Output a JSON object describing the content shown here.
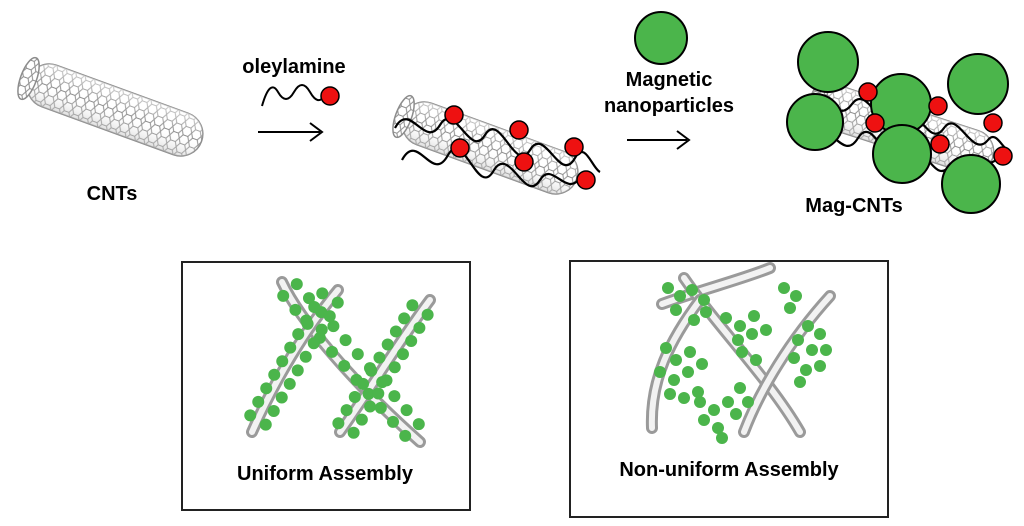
{
  "labels": {
    "cnts": "CNTs",
    "oleylamine": "oleylamine",
    "magnetic_line1": "Magnetic",
    "magnetic_line2": "nanoparticles",
    "mag_cnts": "Mag-CNTs",
    "uniform": "Uniform Assembly",
    "non_uniform": "Non-uniform Assembly"
  },
  "colors": {
    "nanoparticle_green": "#4bb54b",
    "oleylamine_head_red": "#ee1111",
    "tube_gray": "#9a9a9a",
    "frame": "#222222"
  },
  "icons": {
    "arrow": "right-arrow",
    "nanotube": "carbon-nanotube",
    "ligand": "wavy-ligand"
  }
}
